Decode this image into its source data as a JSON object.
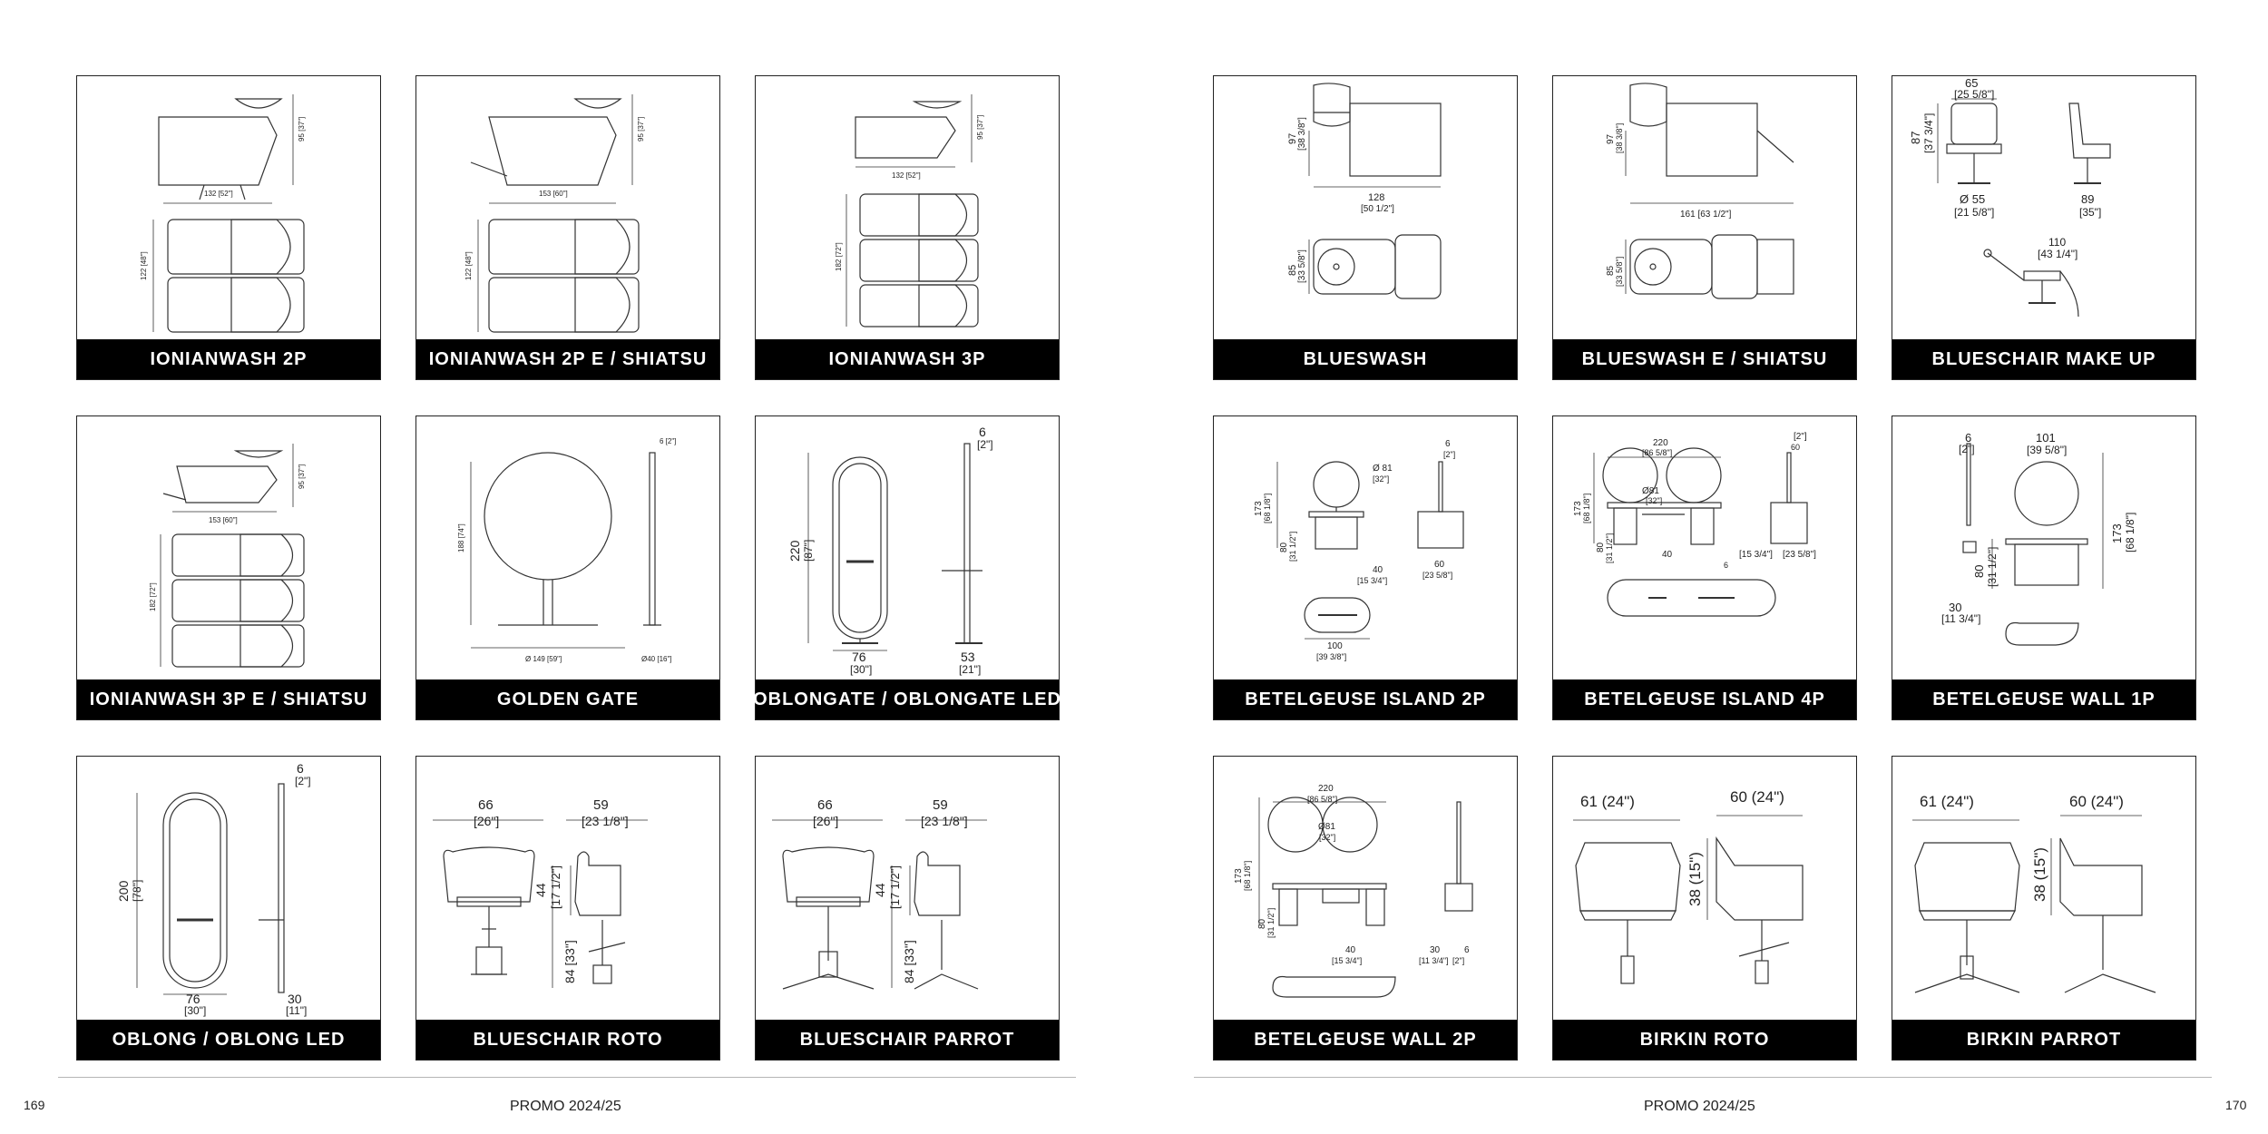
{
  "footer": {
    "left_page_number": "169",
    "right_page_number": "170",
    "left_title": "PROMO 2024/25",
    "right_title": "PROMO 2024/25"
  },
  "products": [
    {
      "name": "IONIANWASH 2P",
      "dims": [
        "95 [37\"]",
        "132 [52\"]",
        "122 [48\"]"
      ]
    },
    {
      "name": "IONIANWASH 2P E / SHIATSU",
      "dims": [
        "95 [37\"]",
        "153 [60\"]",
        "122 [48\"]"
      ]
    },
    {
      "name": "IONIANWASH 3P",
      "dims": [
        "95 [37\"]",
        "132 [52\"]",
        "182 [72\"]"
      ]
    },
    {
      "name": "IONIANWASH 3P E / SHIATSU",
      "dims": [
        "95 [37\"]",
        "153 [60\"]",
        "182 [72\"]"
      ]
    },
    {
      "name": "GOLDEN GATE",
      "dims": [
        "6 [2\"]",
        "188 [74\"]",
        "Ø 149 [59\"]",
        "Ø40 [16\"]"
      ]
    },
    {
      "name": "OBLONGATE / OBLONGATE LED",
      "dims": [
        "6",
        "[2\"]",
        "220",
        "[87\"]",
        "76",
        "[30\"]",
        "53",
        "[21\"]"
      ]
    },
    {
      "name": "OBLONG / OBLONG LED",
      "dims": [
        "6",
        "[2\"]",
        "200",
        "[78\"]",
        "76",
        "[30\"]",
        "30",
        "[11\"]"
      ]
    },
    {
      "name": "BLUESCHAIR ROTO",
      "dims": [
        "66",
        "[26\"]",
        "59",
        "[23 1/8\"]",
        "44",
        "[17 1/2\"]",
        "84 [33\"]"
      ]
    },
    {
      "name": "BLUESCHAIR PARROT",
      "dims": [
        "66",
        "[26\"]",
        "59",
        "[23 1/8\"]",
        "44",
        "[17 1/2\"]",
        "84 [33\"]"
      ]
    },
    {
      "name": "BLUESWASH",
      "dims": [
        "97",
        "[38 3/8\"]",
        "128",
        "[50 1/2\"]",
        "85",
        "[33 5/8\"]"
      ]
    },
    {
      "name": "BLUESWASH E / SHIATSU",
      "dims": [
        "97",
        "[38 3/8\"]",
        "161 [63 1/2\"]",
        "85",
        "[33 5/8\"]"
      ]
    },
    {
      "name": "BLUESCHAIR MAKE UP",
      "dims": [
        "65",
        "[25 5/8\"]",
        "87",
        "[37 3/4\"]",
        "Ø 55",
        "[21 5/8\"]",
        "89",
        "[35\"]",
        "110",
        "[43 1/4\"]"
      ]
    },
    {
      "name": "BETELGEUSE ISLAND 2P",
      "dims": [
        "173",
        "[68 1/8\"]",
        "Ø 81",
        "[32\"]",
        "80",
        "[31 1/2\"]",
        "40",
        "[15 3/4\"]",
        "6",
        "[2\"]",
        "60",
        "[23 5/8\"]",
        "100",
        "[39 3/8\"]"
      ]
    },
    {
      "name": "BETELGEUSE ISLAND 4P",
      "dims": [
        "220",
        "[86 5/8\"]",
        "Ø81",
        "[32\"]",
        "173",
        "[68 1/8\"]",
        "80",
        "[31 1/2\"]",
        "40",
        "[15 3/4\"]",
        "6",
        "[2\"]",
        "60",
        "[23 5/8\"]"
      ]
    },
    {
      "name": "BETELGEUSE WALL 1P",
      "dims": [
        "6",
        "[2\"]",
        "101",
        "[39 5/8\"]",
        "173",
        "[68 1/8\"]",
        "80",
        "[31 1/2\"]",
        "30",
        "[11 3/4\"]"
      ]
    },
    {
      "name": "BETELGEUSE WALL 2P",
      "dims": [
        "220",
        "[86 5/8\"]",
        "Ø81",
        "[32\"]",
        "173",
        "[68 1/8\"]",
        "80",
        "[31 1/2\"]",
        "40",
        "[15 3/4\"]",
        "30",
        "[11 3/4\"]",
        "6",
        "[2\"]"
      ]
    },
    {
      "name": "BIRKIN ROTO",
      "dims": [
        "61 (24\")",
        "60 (24\")",
        "38 (15\")"
      ]
    },
    {
      "name": "BIRKIN PARROT",
      "dims": [
        "61 (24\")",
        "60 (24\")",
        "38 (15\")"
      ]
    }
  ]
}
